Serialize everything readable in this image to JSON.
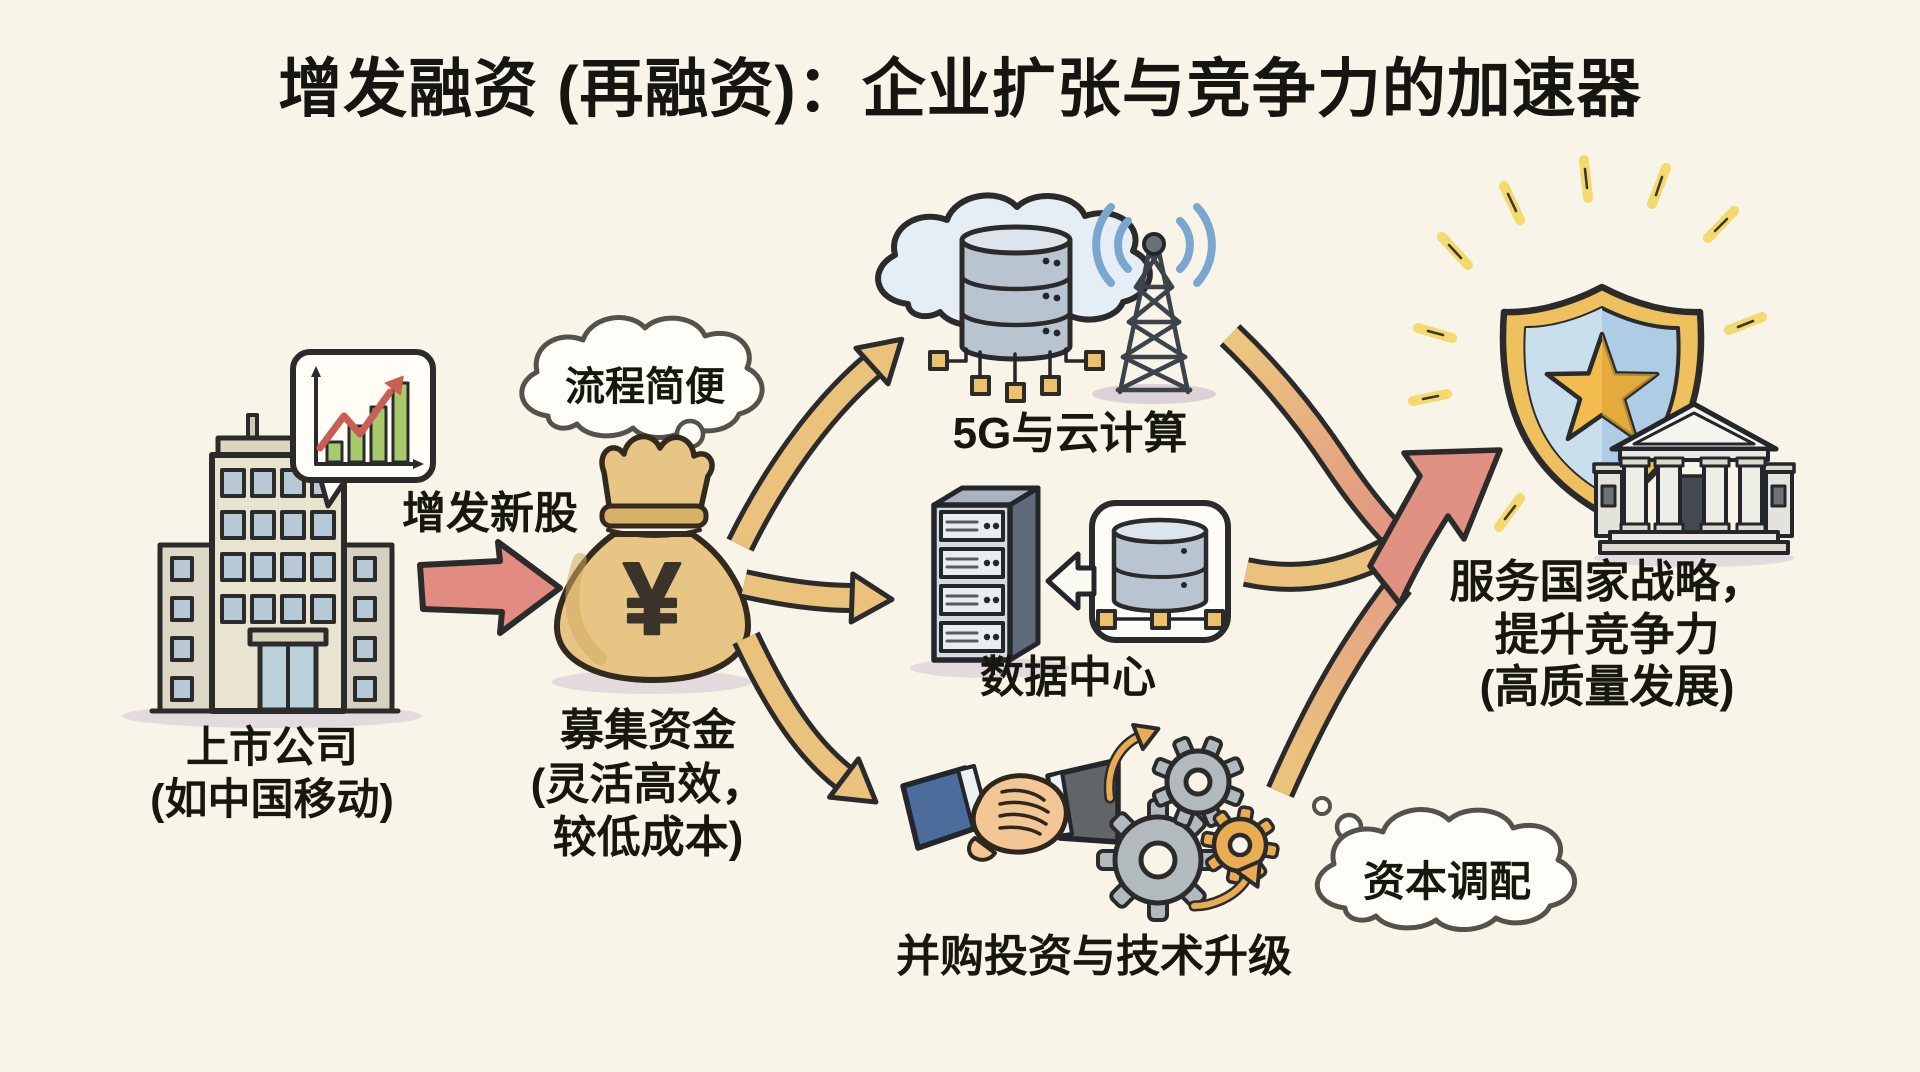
{
  "title": "增发融资 (再融资)：企业扩张与竞争力的加速器",
  "company": {
    "name": "上市公司",
    "note": "(如中国移动)"
  },
  "issuance": {
    "label": "增发新股"
  },
  "process_cloud": {
    "text": "流程简便"
  },
  "funds": {
    "currency": "¥",
    "title": "募集资金",
    "note_line1": "(灵活高效，",
    "note_line2": "较低成本)"
  },
  "uses": {
    "cloud_5g_label": "5G与云计算",
    "data_center_label": "数据中心",
    "ma_label": "并购投资与技术升级"
  },
  "capital_cloud": {
    "text": "资本调配"
  },
  "goal": {
    "line1": "服务国家战略，",
    "line2": "提升竞争力",
    "line3": "(高质量发展)"
  },
  "colors": {
    "background": "#f8f4e8",
    "outline": "#2b2b2b",
    "issue_arrow_red": "#e28b80",
    "flow_arrow_gold": "#eac27c",
    "merge_arrow_salmon": "#e09182",
    "money_bag": "#e7c584",
    "shield_rim_gold": "#eec05e",
    "shield_face_blue": "#aecde5",
    "star_gold": "#f2bd4e",
    "chart_bar_green": "#a8ca6c",
    "signal_blue": "#7aa6cf",
    "gear_orange": "#e9ac53"
  }
}
